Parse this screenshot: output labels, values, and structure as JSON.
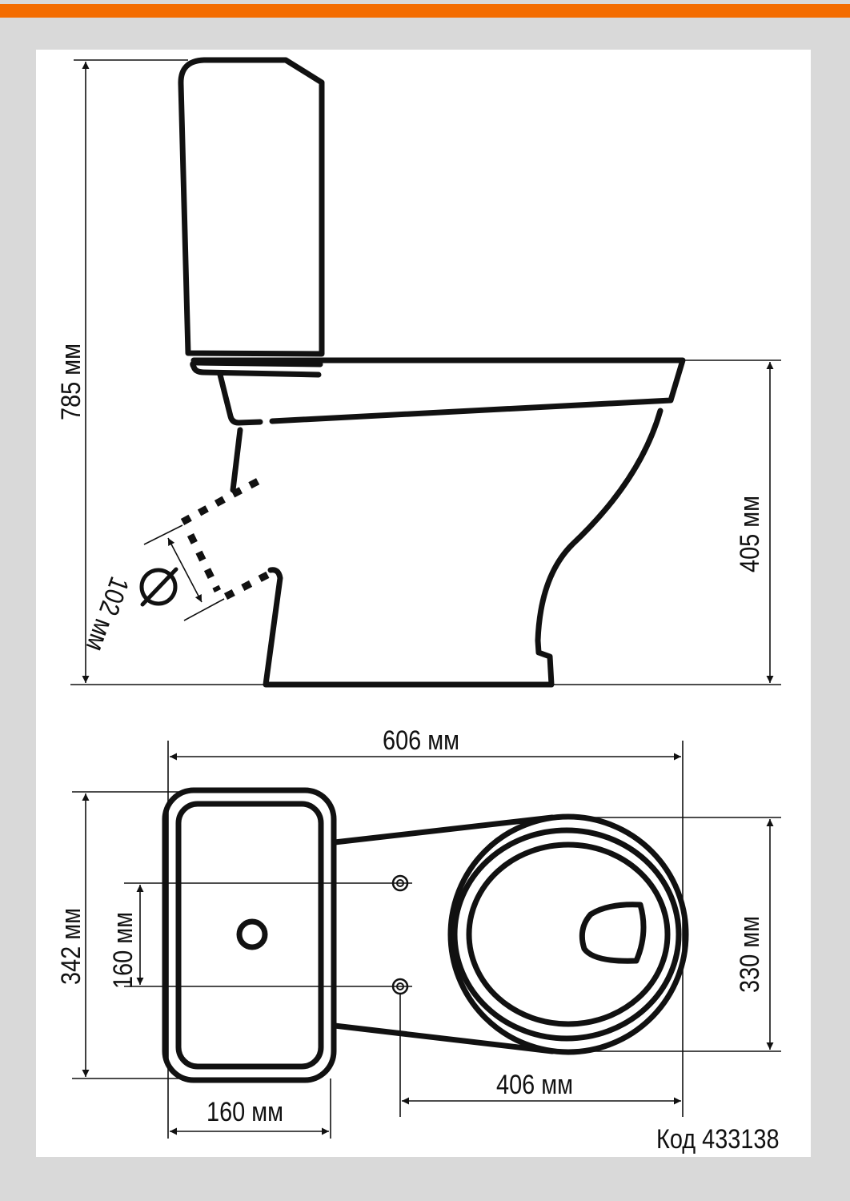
{
  "colors": {
    "accent": "#f36c00",
    "background": "#d9d9d9"
  },
  "side_view": {
    "height_total": "785 мм",
    "seat_height": "405 мм",
    "outlet_diameter": "102 мм"
  },
  "top_view": {
    "length": "606 мм",
    "width": "342 мм",
    "bolt_spacing": "160 мм",
    "bowl_width": "330 мм",
    "bowl_length": "406 мм",
    "tank_depth": "160 мм"
  },
  "code": "Код 433138"
}
